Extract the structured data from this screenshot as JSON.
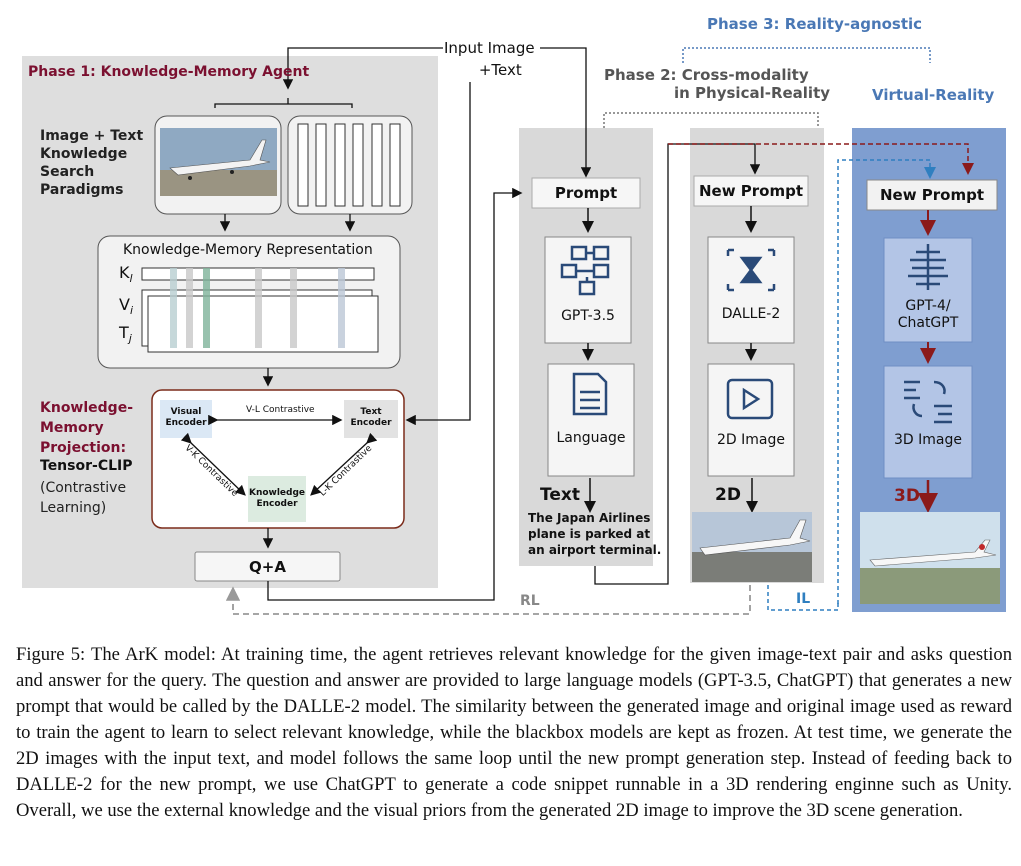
{
  "diagram": {
    "input": {
      "line1": "Input Image",
      "line2": "+Text"
    },
    "phase1": {
      "title": "Phase 1: Knowledge-Memory Agent",
      "search_label": [
        "Image + Text",
        "Knowledge",
        "Search",
        "Paradigms"
      ],
      "kmr_title": "Knowledge-Memory Representation",
      "rows": [
        "K",
        "V",
        "T"
      ],
      "row_subs": [
        "l",
        "i",
        "j"
      ],
      "projection_label": [
        "Knowledge-",
        "Memory",
        "Projection:"
      ],
      "tensor_clip": "Tensor-CLIP",
      "contrastive": [
        "(Contrastive",
        "Learning)"
      ],
      "visual_encoder": [
        "Visual",
        "Encoder"
      ],
      "text_encoder": [
        "Text",
        "Encoder"
      ],
      "knowledge_encoder": [
        "Knowledge",
        "Encoder"
      ],
      "vl": "V-L Contrastive",
      "vk": "V-K Contrastive",
      "lk": "L-K Contrastive",
      "qa": "Q+A"
    },
    "phase2": {
      "title_line1": "Phase 2: Cross-modality",
      "title_line2": "in Physical-Reality",
      "prompt": "Prompt",
      "gpt35": "GPT-3.5",
      "language": "Language",
      "text_out": "Text",
      "text_desc": [
        "The Japan Airlines",
        "plane is parked at",
        "an airport terminal."
      ],
      "new_prompt": "New Prompt",
      "dalle": "DALLE-2",
      "image2d": "2D Image",
      "out2d": "2D"
    },
    "phase3": {
      "title": "Phase 3: Reality-agnostic",
      "virtual": "Virtual-Reality",
      "new_prompt": "New Prompt",
      "gpt4": [
        "GPT-4/",
        "ChatGPT"
      ],
      "image3d": "3D Image",
      "out3d": "3D"
    },
    "loops": {
      "rl": "RL",
      "il": "IL"
    },
    "colors": {
      "phase1": "#7b1030",
      "phase3": "#4a78b5",
      "dark_red": "#8b1a1a",
      "panel_blue": "#7f9ed0"
    }
  },
  "caption": "Figure 5: The ArK model: At training time, the agent retrieves relevant knowledge for the given image-text pair and asks question and answer for the query. The question and answer are provided to large language models (GPT-3.5, ChatGPT) that generates a new prompt that would be called by the DALLE-2 model. The similarity between the generated image and original image used as reward to train the agent to learn to select relevant knowledge, while the blackbox models are kept as frozen. At test time, we generate the 2D images with the input text, and model follows the same loop until the new prompt generation step. Instead of feeding back to DALLE-2 for the new prompt, we use ChatGPT to generate a code snippet runnable in a 3D rendering enginne such as Unity. Overall, we use the external knowledge and the visual priors from the generated 2D image to improve the 3D scene generation."
}
